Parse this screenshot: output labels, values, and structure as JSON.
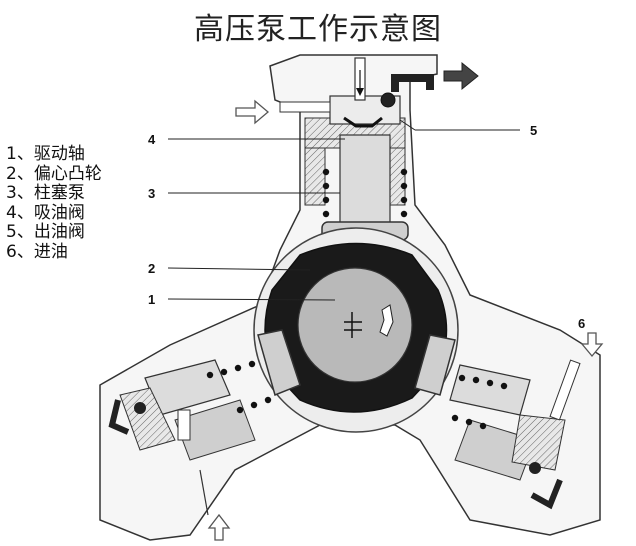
{
  "title": "高压泵工作示意图",
  "legend": [
    "1、驱动轴",
    "2、偏心凸轮",
    "3、柱塞泵",
    "4、吸油阀",
    "5、出油阀",
    "6、进油"
  ],
  "callouts": {
    "c1": "1",
    "c2": "2",
    "c3": "3",
    "c4": "4",
    "c5": "5",
    "c6": "6"
  }
}
